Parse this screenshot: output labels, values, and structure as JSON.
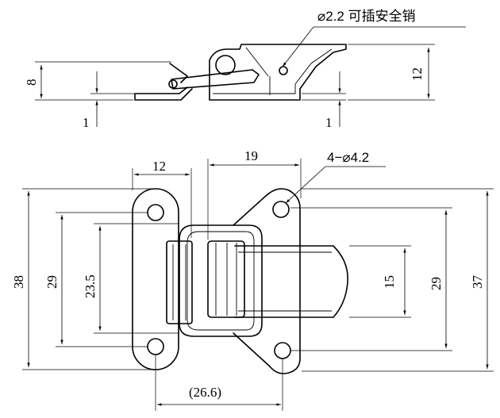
{
  "top_view": {
    "pin_callout": "⌀2.2 可插安全销",
    "dim_height_left": "8",
    "dim_height_right": "12",
    "dim_thickness_left": "1",
    "dim_thickness_right": "1"
  },
  "front_view": {
    "dim_width_left": "12",
    "dim_width_mid": "19",
    "hole_callout": "4−⌀4.2",
    "dim_38": "38",
    "dim_29_left": "29",
    "dim_23_5": "23.5",
    "dim_15": "15",
    "dim_29_right": "29",
    "dim_37": "37",
    "dim_26_6": "(26.6)"
  }
}
